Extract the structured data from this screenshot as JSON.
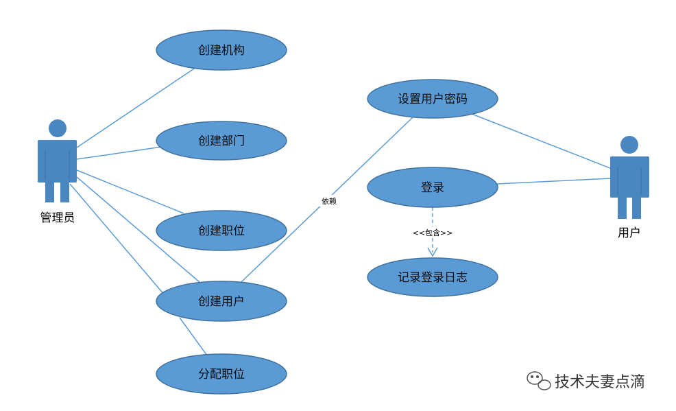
{
  "actors": {
    "admin": {
      "label": "管理员"
    },
    "user": {
      "label": "用户"
    }
  },
  "use_cases": {
    "create_org": "创建机构",
    "create_dept": "创建部门",
    "create_position": "创建职位",
    "create_user": "创建用户",
    "assign_position": "分配职位",
    "set_password": "设置用户密码",
    "login": "登录",
    "log_login": "记录登录日志"
  },
  "relations": {
    "dependency_label": "依赖",
    "include_label": "<<包含>>"
  },
  "watermark": {
    "text": "技术夫妻点滴",
    "icon": "wechat-icon"
  },
  "colors": {
    "ellipse_fill": "#5b9bd5",
    "ellipse_stroke": "#41719c",
    "actor_fill": "#4a86c0",
    "line": "#5b9bd5"
  }
}
